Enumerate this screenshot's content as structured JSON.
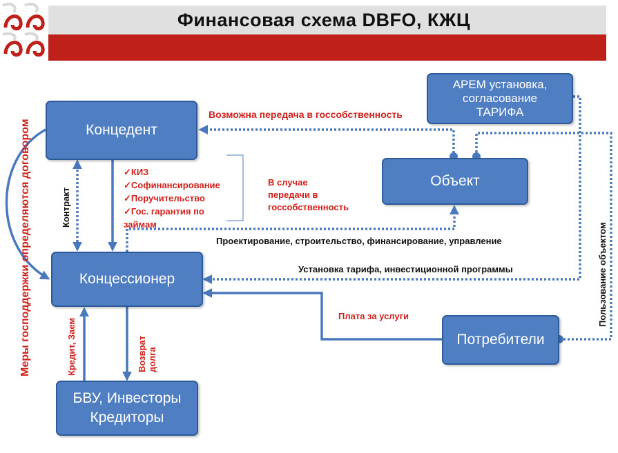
{
  "title": "Финансовая схема DBFO, КЖЦ",
  "colors": {
    "box_fill": "#4f7fc2",
    "box_border": "#2d5a99",
    "line": "#4a78bd",
    "accent_red": "#d0201c",
    "band_red": "#c0201a"
  },
  "nodes": {
    "koncedent": "Концедент",
    "koncessioner": "Концессионер",
    "obekt": "Объект",
    "arem_line1": "АРЕМ установка,",
    "arem_line2": "согласование",
    "arem_line3": "ТАРИФА",
    "potrebiteli": "Потребители",
    "bvu_line1": "БВУ, Инвесторы",
    "bvu_line2": "Кредиторы"
  },
  "labels": {
    "transfer": "Возможна передача в госсобственность",
    "support_items": [
      "КИЗ",
      "Софинансирование",
      "Поручительство",
      "Гос. гарантия по",
      "займам"
    ],
    "case_line1": "В случае",
    "case_line2": "передачи в",
    "case_line3": "госсобственность",
    "design": "Проектирование, строительство, финансирование, управление",
    "tariff": "Установка тарифа, инвестиционной программы",
    "payment": "Плата за услуги",
    "contract": "Контракт",
    "credit": "Кредит, Заем",
    "return_line1": "Возврат",
    "return_line2": "долга",
    "measures": "Меры господдержки определяются договором",
    "usage": "Пользование объектом"
  }
}
